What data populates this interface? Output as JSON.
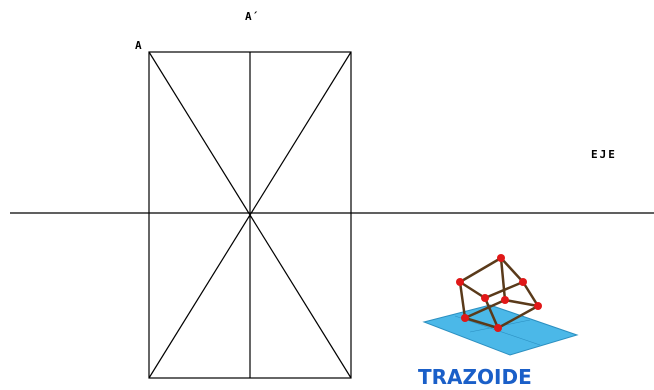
{
  "labels": {
    "point_a": "A",
    "point_a_prime": "A´",
    "axis": "EJE"
  },
  "logo": {
    "text": "TRAZOIDE",
    "text_color": "#1a5fc8",
    "plane_color": "#4bb8e8",
    "node_color": "#e01818",
    "edge_color": "#5a3a1a"
  },
  "colors": {
    "line": "#000000",
    "background": "#ffffff"
  }
}
